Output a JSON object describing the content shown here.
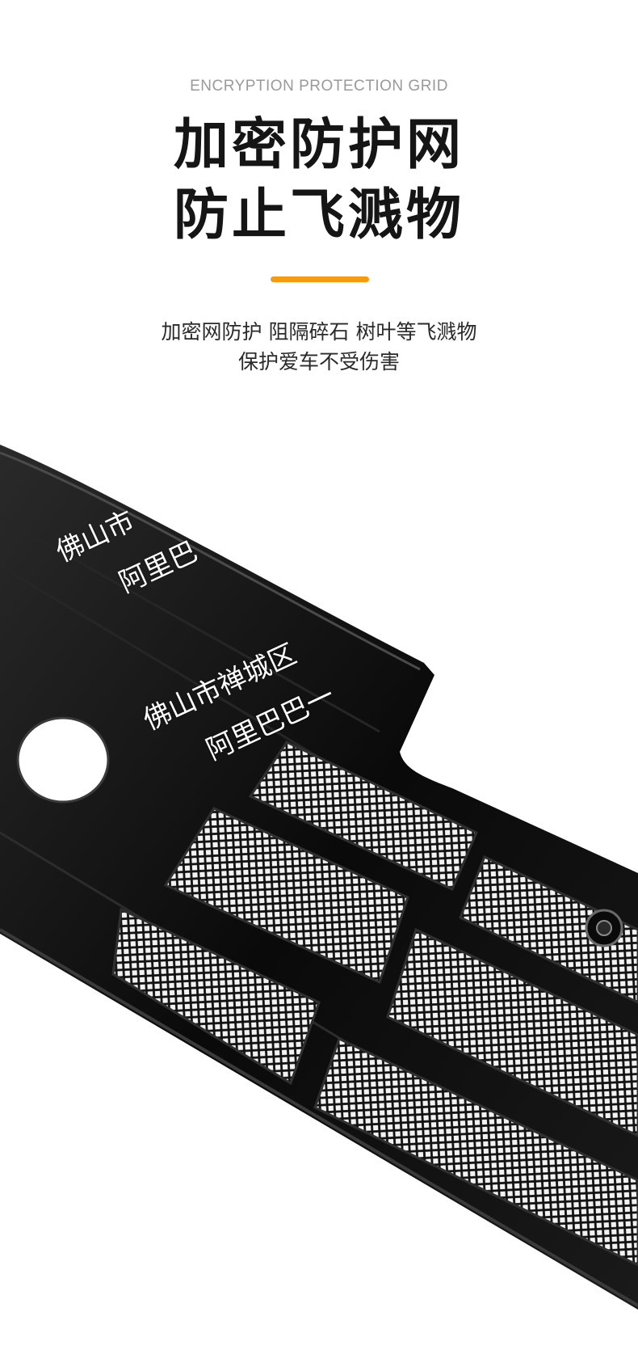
{
  "header": {
    "eyebrow": "ENCRYPTION PROTECTION GRID",
    "title_line1": "加密防护网",
    "title_line2": "防止飞溅物"
  },
  "description": {
    "line1": "加密网防护 阻隔碎石 树叶等飞溅物",
    "line2": "保护爱车不受伤害"
  },
  "watermarks": {
    "a1": "佛山市",
    "a2": "阿里巴",
    "b1": "佛山市禅城区",
    "b2": "阿里巴巴一"
  },
  "colors": {
    "accent": "#f39c12",
    "panel": "#0b0b0b"
  }
}
